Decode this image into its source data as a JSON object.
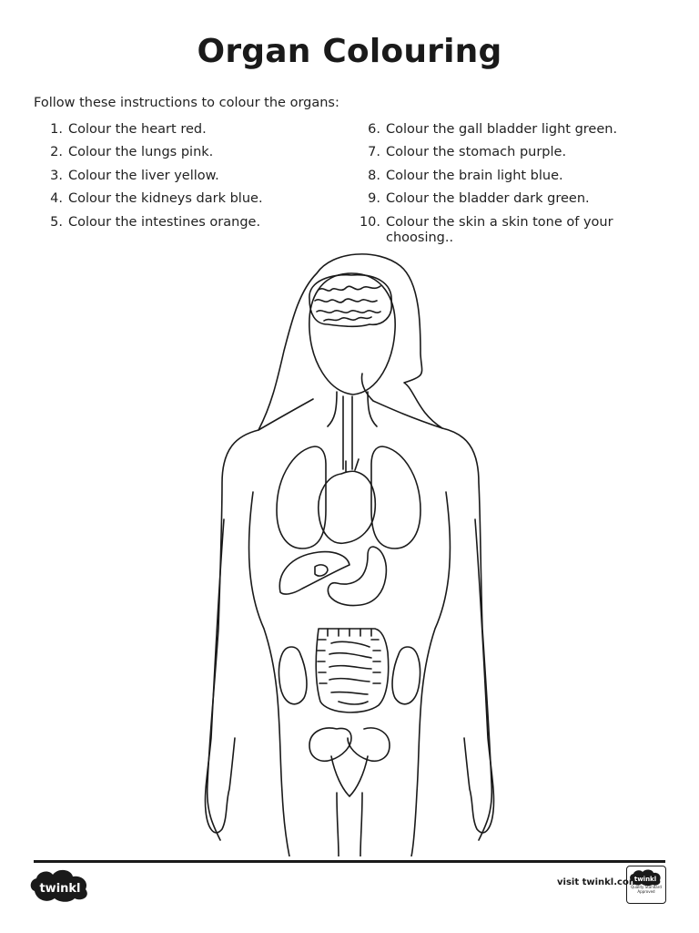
{
  "title": "Organ Colouring",
  "intro": "Follow these instructions to colour the organs:",
  "instructions_left": [
    {
      "num": "1.",
      "text": "Colour the heart red."
    },
    {
      "num": "2.",
      "text": "Colour the lungs pink."
    },
    {
      "num": "3.",
      "text": "Colour the liver yellow."
    },
    {
      "num": "4.",
      "text": "Colour the kidneys dark blue."
    },
    {
      "num": "5.",
      "text": "Colour the intestines orange."
    }
  ],
  "instructions_right": [
    {
      "num": "6.",
      "text": "Colour the gall bladder light green."
    },
    {
      "num": "7.",
      "text": "Colour the stomach purple."
    },
    {
      "num": "8.",
      "text": "Colour the brain light blue."
    },
    {
      "num": "9.",
      "text": "Colour the bladder dark green."
    },
    {
      "num": "10.",
      "text": "Colour the skin a skin tone of your choosing.."
    }
  ],
  "footer": {
    "logo_text": "twinkl",
    "visit_text": "visit twinkl.com",
    "badge_logo": "twinkl",
    "badge_text": "Quality Standard Approved"
  }
}
